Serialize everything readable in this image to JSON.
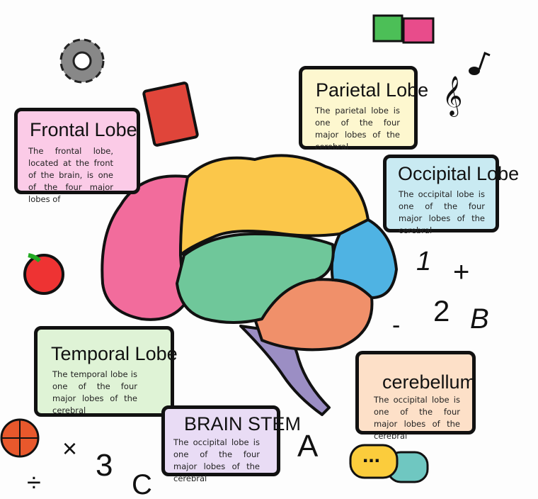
{
  "lobes": {
    "frontal": {
      "title": "Frontal Lobe",
      "text": "The frontal lobe, located at the front of the brain, is one of the four major lobes of",
      "color": "#fbcbe7"
    },
    "parietal": {
      "title": "Parietal Lobe",
      "text": "The parietal lobe is one of the four major lobes of the cerebral",
      "color": "#fdf7cf"
    },
    "occipital": {
      "title": "Occipital Lobe",
      "text": "The occipital lobe is one of the four major lobes of the cerebral",
      "color": "#c9eaf2"
    },
    "temporal": {
      "title": "Temporal Lobe",
      "text": "The temporal lobe is one of the four major lobes of the cerebral",
      "color": "#dff3d6"
    },
    "brainstem": {
      "title": "BRAIN STEM",
      "text": "The occipital lobe is one of the four major lobes of the cerebral",
      "color": "#e9dcf5"
    },
    "cerebellum": {
      "title": "cerebellum",
      "text": "The occipital lobe is one of the four major lobes of the cerebral",
      "color": "#fde0c8"
    }
  },
  "doodles": {
    "one": "1",
    "plus": "+",
    "two": "2",
    "minus": "-",
    "b": "B",
    "times": "×",
    "three": "3",
    "divide": "÷",
    "c": "C",
    "a": "A",
    "dots": "..."
  },
  "brain_colors": {
    "frontal": "#f26c9c",
    "parietal": "#fbc74a",
    "occipital": "#4fb3e3",
    "temporal": "#6fc79a",
    "cerebellum": "#f0906a",
    "stem": "#9b8ec4"
  }
}
